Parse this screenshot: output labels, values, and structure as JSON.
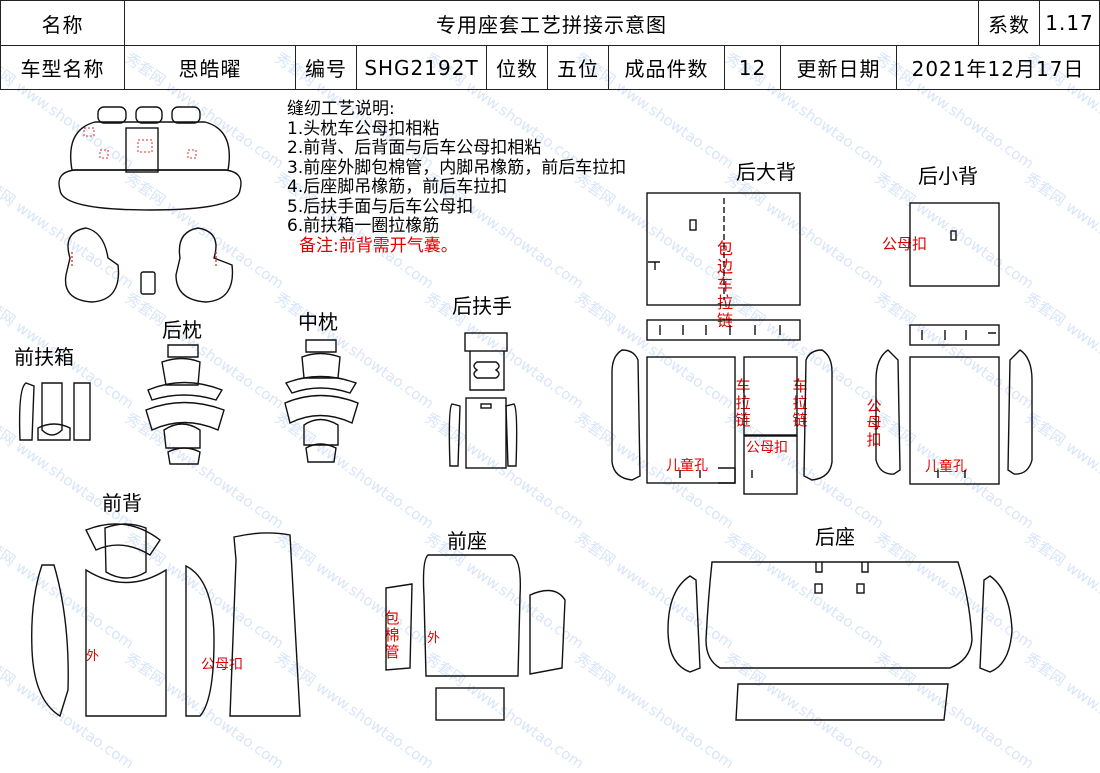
{
  "header": {
    "name_label": "名称",
    "doc_title": "专用座套工艺拼接示意图",
    "coef_label": "系数",
    "coef_value": "1.17",
    "model_label": "车型名称",
    "model_value": "思皓曜",
    "code_label": "编号",
    "code_value": "SHG2192T",
    "seats_label": "位数",
    "seats_value": "五位",
    "pieces_label": "成品件数",
    "pieces_value": "12",
    "date_label": "更新日期",
    "date_value": "2021年12月17日"
  },
  "notes": {
    "title": "缝纫工艺说明:",
    "items": [
      "1.头枕车公母扣相粘",
      "2.前背、后背面与后车公母扣相粘",
      "3.前座外脚包棉管，内脚吊橡筋，前后车拉扣",
      "4.后座脚吊橡筋，前后车拉扣",
      "5.后扶手面与后车公母扣",
      "6.前扶箱一圈拉橡筋"
    ],
    "remark": "备注:前背需开气囊。"
  },
  "sections": {
    "rear_big_back": "后大背",
    "rear_small_back": "后小背",
    "rear_armrest": "后扶手",
    "rear_pillow": "后枕",
    "mid_pillow": "中枕",
    "front_console": "前扶箱",
    "front_back": "前背",
    "front_seat": "前座",
    "rear_seat": "后座"
  },
  "annotations": {
    "edge_zipper": "包边车拉链",
    "snap": "公母扣",
    "zipper": "车拉链",
    "child_hole": "儿童孔",
    "outer": "外",
    "cotton_tube": "包棉管"
  },
  "watermark": "秀套网 www.showtao.com"
}
